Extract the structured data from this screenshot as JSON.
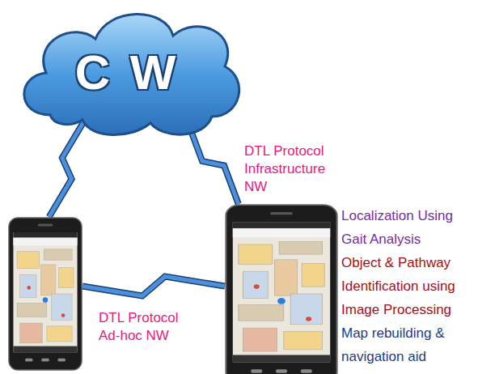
{
  "diagram": {
    "nodes": [
      {
        "text": [
          "C W"
        ]
      },
      {
        "text": []
      },
      {
        "text": [
          "Localization Using Gait Analysis",
          "Object & Pathway Identification using Image Processing",
          "Map rebuilding & navigation aid"
        ]
      }
    ],
    "edges": [
      {
        "from": 0,
        "to": 1,
        "arrow": "none"
      },
      {
        "from": 0,
        "to": 2,
        "label": "DTL Protocol Infrastructure NW",
        "arrow": "none"
      },
      {
        "from": 1,
        "to": 2,
        "label": "DTL Protocol Ad-hoc NW",
        "arrow": "none"
      }
    ]
  }
}
